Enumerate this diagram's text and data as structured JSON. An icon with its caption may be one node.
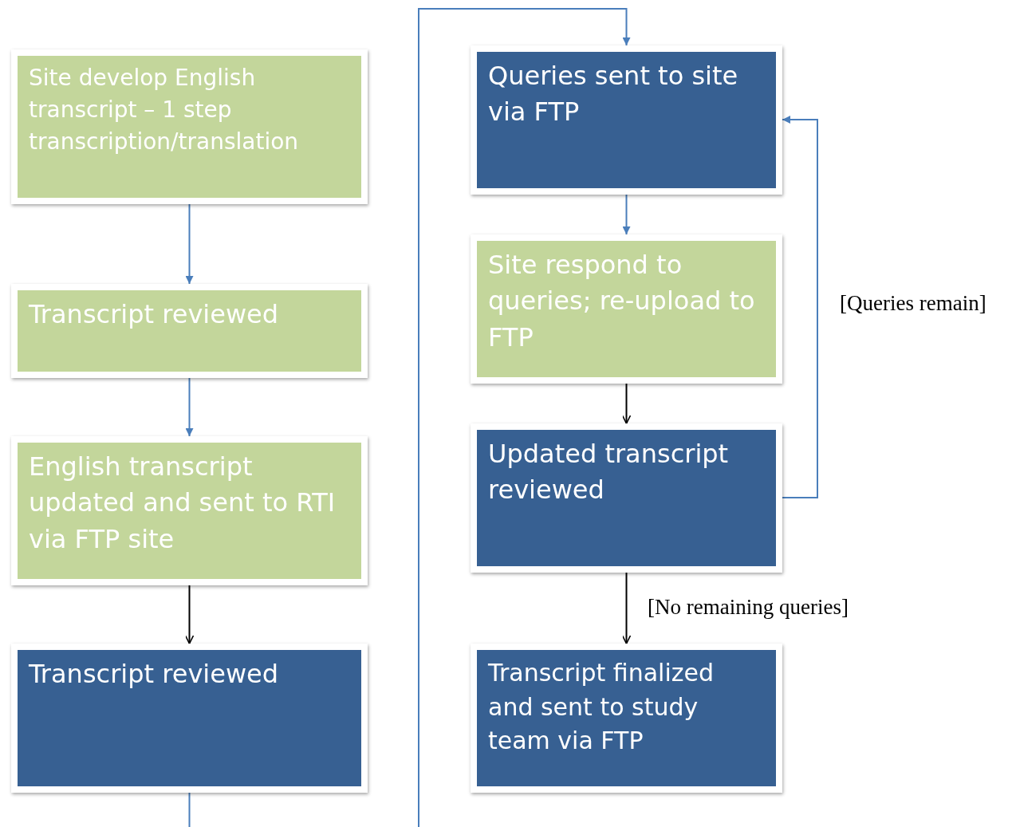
{
  "diagram": {
    "nodes": [
      {
        "text": [
          "Site develop English transcript – 1 step transcription/translation"
        ]
      },
      {
        "text": [
          "Transcript reviewed"
        ]
      },
      {
        "text": [
          "English transcript updated and sent to RTI via FTP site"
        ]
      },
      {
        "text": [
          "Transcript reviewed"
        ]
      },
      {
        "text": [
          "Queries sent to site via FTP"
        ]
      },
      {
        "text": [
          "Site respond to queries; re-upload to FTP"
        ]
      },
      {
        "text": [
          "Updated transcript reviewed"
        ]
      },
      {
        "text": [
          "Transcript finalized and sent to study team via FTP"
        ]
      }
    ],
    "edges": [
      {
        "from": 0,
        "to": 1,
        "arrow": "to"
      },
      {
        "from": 1,
        "to": 2,
        "arrow": "to"
      },
      {
        "from": 2,
        "to": 3,
        "arrow": "to",
        "color": "#000000"
      },
      {
        "from": 3,
        "to": null,
        "arrow": "none"
      },
      {
        "from": null,
        "to": 4,
        "arrow": "to"
      },
      {
        "from": 4,
        "to": 5,
        "arrow": "to"
      },
      {
        "from": 5,
        "to": 6,
        "arrow": "to",
        "color": "#000000"
      },
      {
        "from": 6,
        "to": 4,
        "arrow": "to",
        "label": "[Queries remain]"
      },
      {
        "from": 6,
        "to": 7,
        "arrow": "to",
        "label": "[No remaining queries]",
        "color": "#000000"
      }
    ]
  }
}
